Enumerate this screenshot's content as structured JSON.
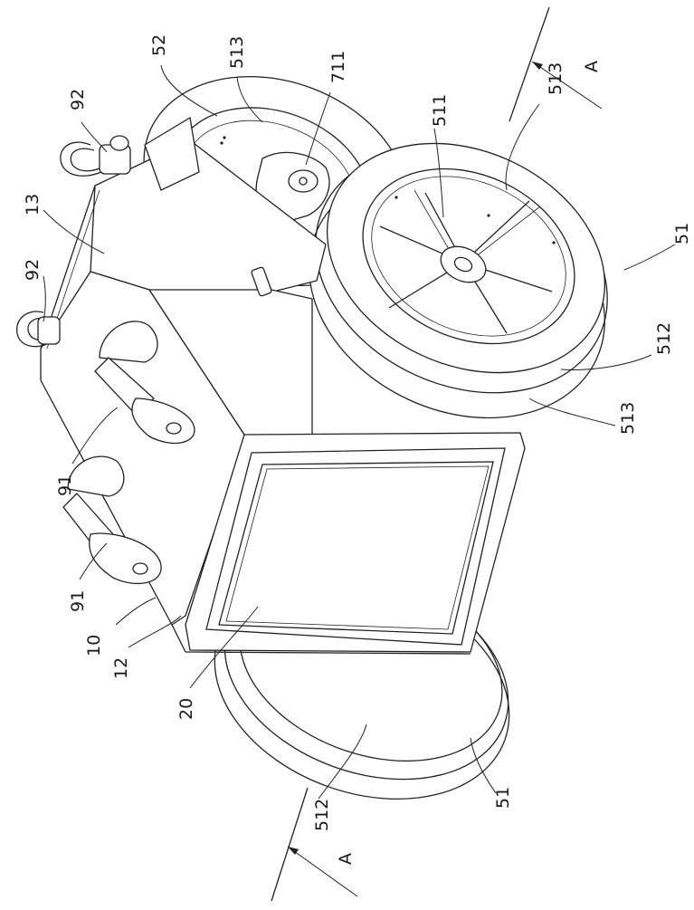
{
  "figure": {
    "labels": {
      "l52": "52",
      "l513_top": "513",
      "l711": "711",
      "l92_top": "92",
      "l13": "13",
      "l92_mid": "92",
      "l511": "511",
      "l513_right": "513",
      "l51_right": "51",
      "l512_right": "512",
      "l513_lower": "513",
      "l91_upper": "91",
      "l91_lower": "91",
      "l10": "10",
      "l12": "12",
      "l20": "20",
      "l512_bottom": "512",
      "l51_bottom": "51",
      "lA_top": "A",
      "lA_bottom": "A"
    }
  }
}
